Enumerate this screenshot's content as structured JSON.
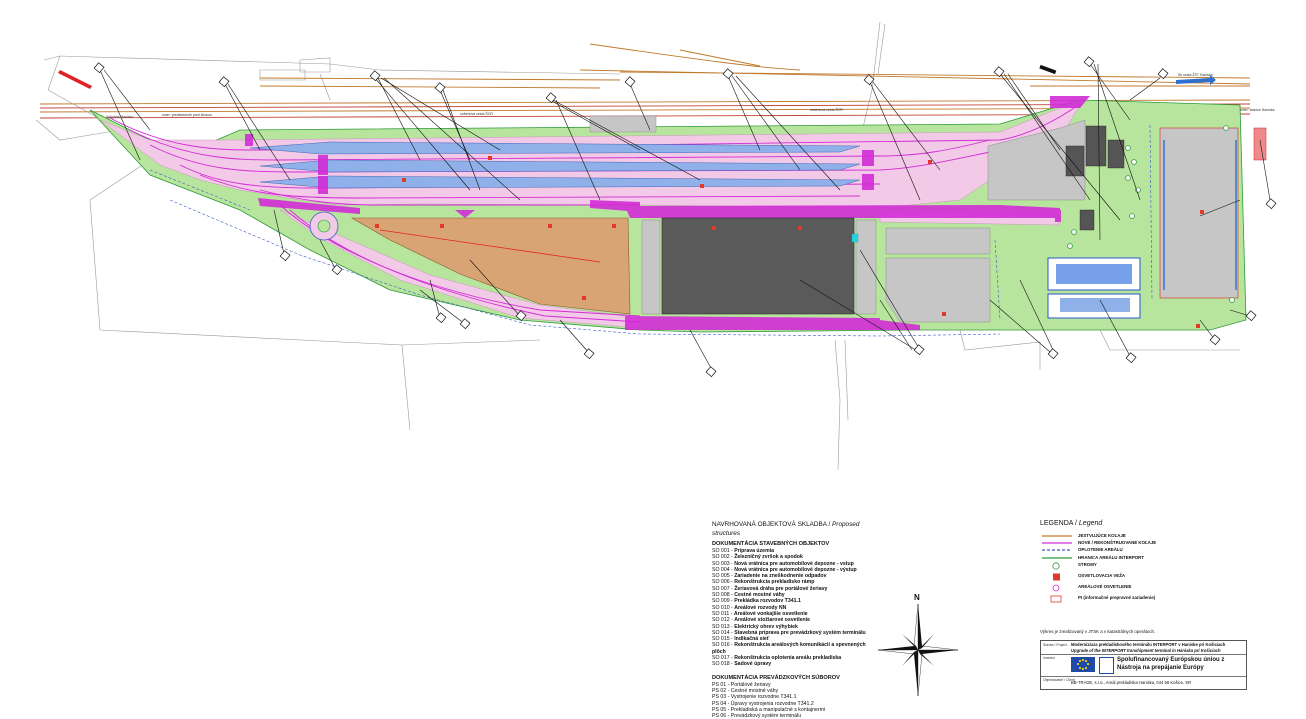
{
  "plan_labels": {
    "station_left": "Výhybňa Hanisko",
    "road_left": "smer: predstavenie pred širokou",
    "railway_normal": "súbehová cesta ŠCR",
    "railway_normal_right": "súbehová cesta ŠCR",
    "direction_right": "Sk cesta ŽST Haniska",
    "direction_right2": "smer: stanice Haniska"
  },
  "objects": {
    "title": "NAVRHOVANÁ OBJEKTOVÁ SKLADBA / ",
    "title_italic": "Proposed structures",
    "so_heading": "DOKUMENTÁCIA STAVEBNÝCH OBJEKTOV",
    "so_items": [
      {
        "code": "SO 001",
        "name": "Príprava územia"
      },
      {
        "code": "SO 002",
        "name": "Železničný zvršok a spodok"
      },
      {
        "code": "SO 003",
        "name": "Nová vrátnica pre automobilové depozne - vstup"
      },
      {
        "code": "SO 004",
        "name": "Nová vrátnica pre automobilové depozne - výstup"
      },
      {
        "code": "SO 005",
        "name": "Zariadenie na zneškodnenie odpadov"
      },
      {
        "code": "SO 006",
        "name": "Rekonštrukcia prekladisko rámp"
      },
      {
        "code": "SO 007",
        "name": "Žeriavová dráha pre portálové žeriavy"
      },
      {
        "code": "SO 008",
        "name": "Cestné mostné váhy"
      },
      {
        "code": "SO 009",
        "name": "Prekládka rozvodov T341.1"
      },
      {
        "code": "SO 010",
        "name": "Areálové rozvody NN"
      },
      {
        "code": "SO 011",
        "name": "Areálové vonkajšie osvetlenie"
      },
      {
        "code": "SO 012",
        "name": "Areálové stožiarové osvetlenie"
      },
      {
        "code": "SO 013",
        "name": "Elektrický ohrev výhybiek"
      },
      {
        "code": "SO 014",
        "name": "Stavebná príprava pre prevádzkový systém terminálu"
      },
      {
        "code": "SO 015",
        "name": "Indikačná sieť"
      },
      {
        "code": "SO 016",
        "name": "Rekonštrukcia areálových komunikácií a spevnených plôch"
      },
      {
        "code": "SO 017",
        "name": "Rekonštrukcia oplotenia areálu prekladiska"
      },
      {
        "code": "SO 018",
        "name": "Sadové úpravy"
      }
    ],
    "ps_heading": "DOKUMENTÁCIA PREVÁDZKOVÝCH SÚBOROV",
    "ps_items": [
      {
        "code": "PS 01",
        "name": "Portálové žeriavy"
      },
      {
        "code": "PS 02",
        "name": "Cestné mostné váhy"
      },
      {
        "code": "PS 03",
        "name": "Vystrojenie rozvodne T341.1"
      },
      {
        "code": "PS 04",
        "name": "Úpravy vystrojenia rozvodne T341.2"
      },
      {
        "code": "PS 05",
        "name": "Prekladiská a manipulačné s kontajnermi"
      },
      {
        "code": "PS 06",
        "name": "Prevádzkový systém terminálu"
      }
    ]
  },
  "legend": {
    "title": "LEGENDA / ",
    "title_italic": "Legend",
    "items": [
      {
        "label": "JESTVUJÚCE KOĽAJE",
        "symbol": "line",
        "color": "#c07a2c"
      },
      {
        "label": "NOVÉ / REKONŠTRUOVANÉ KOĽAJE",
        "symbol": "line",
        "color": "#d22cd6"
      },
      {
        "label": "OPLOTENIE AREÁLU",
        "symbol": "fence",
        "color": "#3b5cc4"
      },
      {
        "label": "HRANICA AREÁLU INTERPORT",
        "symbol": "line",
        "color": "#2d9a3a"
      },
      {
        "label": "STROMY",
        "symbol": "tree",
        "color": "#2d9a3a"
      },
      {
        "label": "OSVETLOVACIA VEŽA",
        "symbol": "tower",
        "color": "#e23a2a"
      },
      {
        "label": "AREÁLOVÉ OSVETLENIE",
        "symbol": "lamp",
        "color": "#d22cd6"
      },
      {
        "label": "PI (informačné prepravné zariadenie)",
        "symbol": "pi",
        "color": "#e23a2a"
      }
    ]
  },
  "titleblock": {
    "note": "Výkres je zrealizovaný v JTSK a v katastrálnych operátoch.",
    "k_stavba": "Stavba / Project",
    "title_sk": "Modernizácia prekladiskového terminálu INTERPORT v Haniske pri Košiciach",
    "title_en": "Upgrade of the INTERPORT transhipment terminal in Haniska pri Košiciach",
    "k_investor": "Investor",
    "eu_line1": "Spolufinancovaný Európskou úniou z",
    "eu_line2": "Nástroja na prepájanie Európy",
    "k_objednavatel": "Objednávateľ / Client",
    "client": "BB-TRADE, s.r.o., Areál prekladiska Haniska, 044 56 Košice, SR"
  },
  "compass": {
    "north": "N"
  },
  "colors": {
    "pink_surface": "#f2c9e6",
    "magenta": "#d22cd6",
    "green": "#b8e59d",
    "blue_platform": "#8fb0e8",
    "brown_area": "#d9a473",
    "dark_platform": "#5a5a5a",
    "grey_area": "#c6c6c6",
    "rail_brown": "#c07a2c",
    "red": "#e02222"
  }
}
